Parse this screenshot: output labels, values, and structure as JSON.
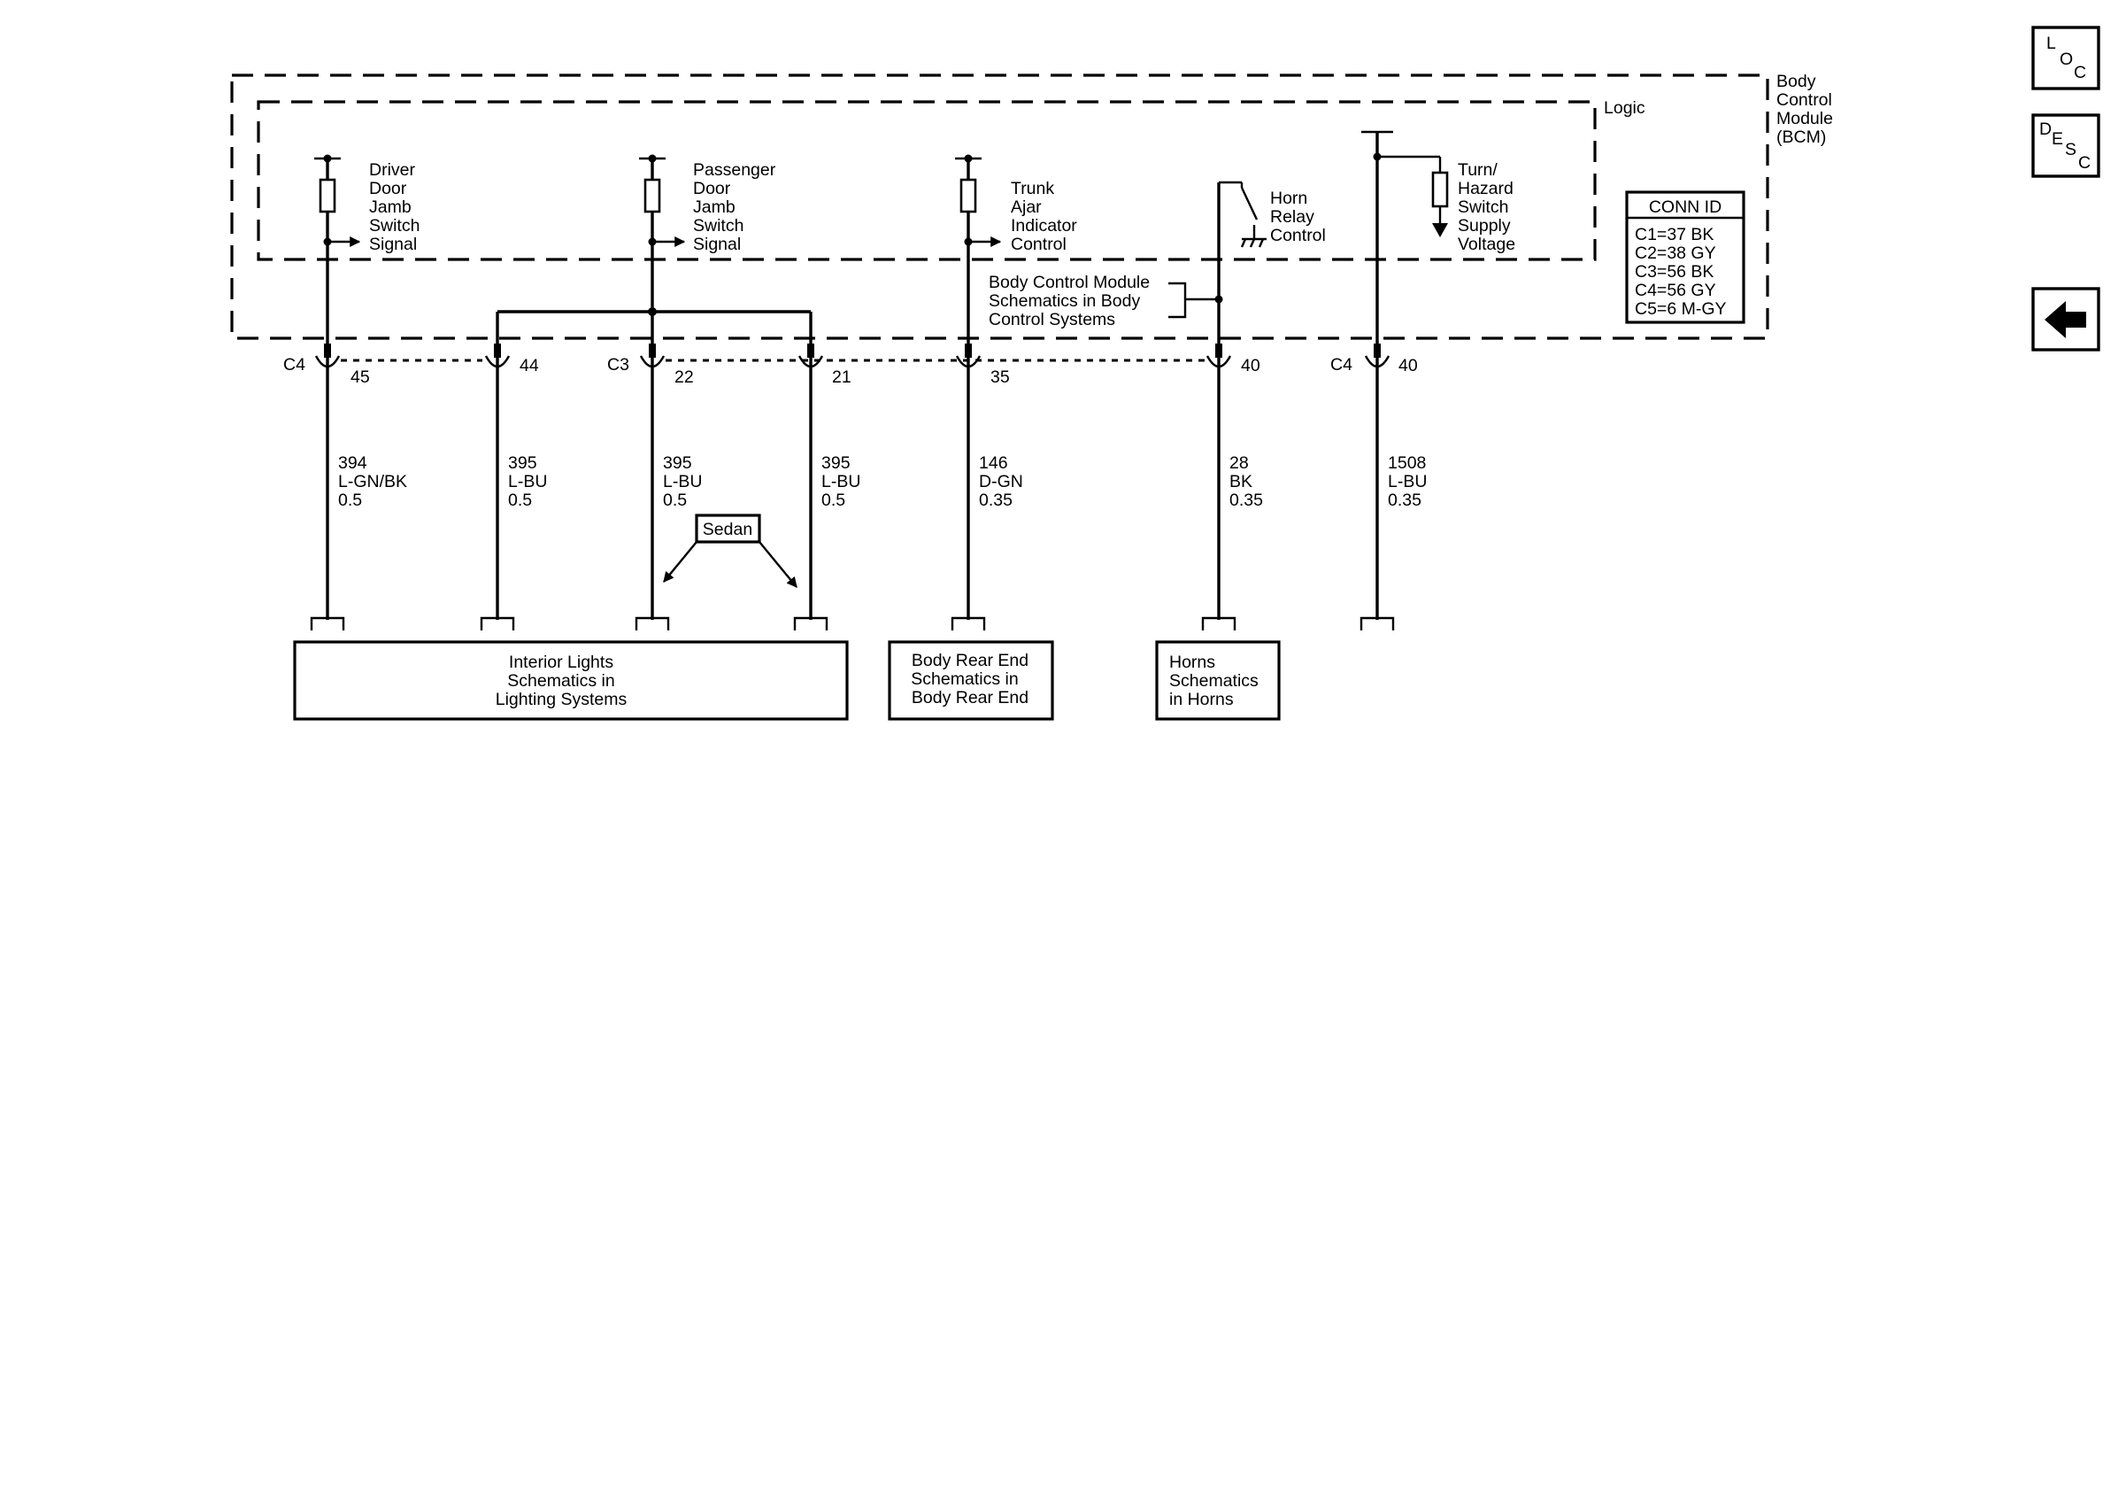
{
  "module": {
    "title_lines": [
      "Body",
      "Control",
      "Module",
      "(BCM)"
    ],
    "logic_label": "Logic"
  },
  "inputs": {
    "driver": [
      "Driver",
      "Door",
      "Jamb",
      "Switch",
      "Signal"
    ],
    "passenger": [
      "Passenger",
      "Door",
      "Jamb",
      "Switch",
      "Signal"
    ],
    "trunk": [
      "Trunk",
      "Ajar",
      "Indicator",
      "Control"
    ],
    "horn": [
      "Horn",
      "Relay",
      "Control"
    ],
    "turn": [
      "Turn/",
      "Hazard",
      "Switch",
      "Supply",
      "Voltage"
    ]
  },
  "bcm_reference": [
    "Body Control Module",
    "Schematics in Body",
    "Control Systems"
  ],
  "conn_id": {
    "title": "CONN ID",
    "rows": [
      "C1=37 BK",
      "C2=38 GY",
      "C3=56 BK",
      "C4=56 GY",
      "C5=6 M-GY"
    ]
  },
  "connectors": {
    "c4_left": "C4",
    "c3": "C3",
    "c4_right": "C4"
  },
  "pins": [
    "45",
    "44",
    "22",
    "21",
    "35",
    "40",
    "40"
  ],
  "wires": [
    {
      "circuit": "394",
      "color": "L-GN/BK",
      "size": "0.5"
    },
    {
      "circuit": "395",
      "color": "L-BU",
      "size": "0.5"
    },
    {
      "circuit": "395",
      "color": "L-BU",
      "size": "0.5"
    },
    {
      "circuit": "395",
      "color": "L-BU",
      "size": "0.5"
    },
    {
      "circuit": "146",
      "color": "D-GN",
      "size": "0.35"
    },
    {
      "circuit": "28",
      "color": "BK",
      "size": "0.35"
    },
    {
      "circuit": "1508",
      "color": "L-BU",
      "size": "0.35"
    }
  ],
  "option_label": "Sedan",
  "destinations": {
    "interior": [
      "Interior Lights",
      "Schematics in",
      "Lighting Systems"
    ],
    "rear_end": [
      "Body Rear End",
      "Schematics in",
      "Body Rear End"
    ],
    "horns": [
      "Horns",
      "Schematics",
      "in Horns"
    ]
  },
  "nav": {
    "loc": [
      "L",
      "O",
      "C"
    ],
    "desc": [
      "D",
      "E",
      "S",
      "C"
    ]
  }
}
